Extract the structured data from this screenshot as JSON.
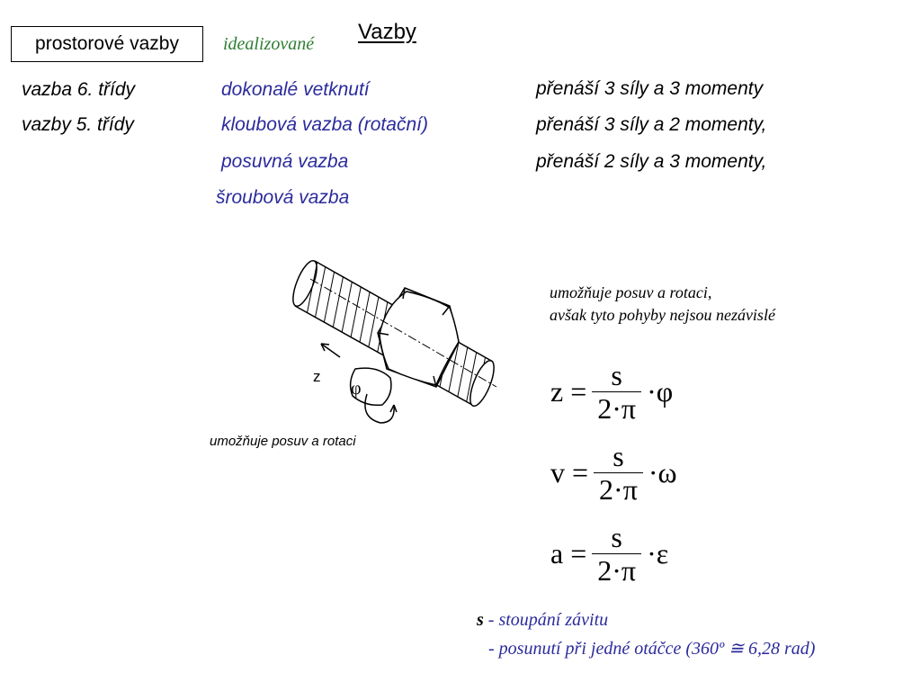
{
  "header": {
    "title": "Vazby",
    "box_label": "prostorové vazby",
    "subtitle": "idealizované"
  },
  "rows": [
    {
      "left": "vazba 6. třídy",
      "mid": "dokonalé vetknutí",
      "right": "přenáší 3 síly a 3 momenty"
    },
    {
      "left": "vazby 5. třídy",
      "mid": "kloubová vazba (rotační)",
      "right": "přenáší 3 síly a 2 momenty,"
    },
    {
      "left": "",
      "mid": "posuvná vazba",
      "right": "přenáší 2 síly a 3 momenty,"
    },
    {
      "left": "",
      "mid": "šroubová vazba",
      "right": ""
    }
  ],
  "diagram": {
    "z_label": "z",
    "phi_label": "φ",
    "caption": "umožňuje posuv a rotaci"
  },
  "note": {
    "line1": "umožňuje posuv a rotaci,",
    "line2": "avšak tyto pohyby nejsou nezávislé"
  },
  "formulas": [
    {
      "lhs": "z =",
      "num": "s",
      "den": "2·π",
      "rhs": "·φ"
    },
    {
      "lhs": "v =",
      "num": "s",
      "den": "2·π",
      "rhs": "·ω"
    },
    {
      "lhs": "a =",
      "num": "s",
      "den": "2·π",
      "rhs": "·ε"
    }
  ],
  "legend": {
    "symbol": "s",
    "line1": " - stoupání závitu",
    "line2": "- posunutí při jedné otáčce (360º ≅ 6,28 rad)"
  }
}
